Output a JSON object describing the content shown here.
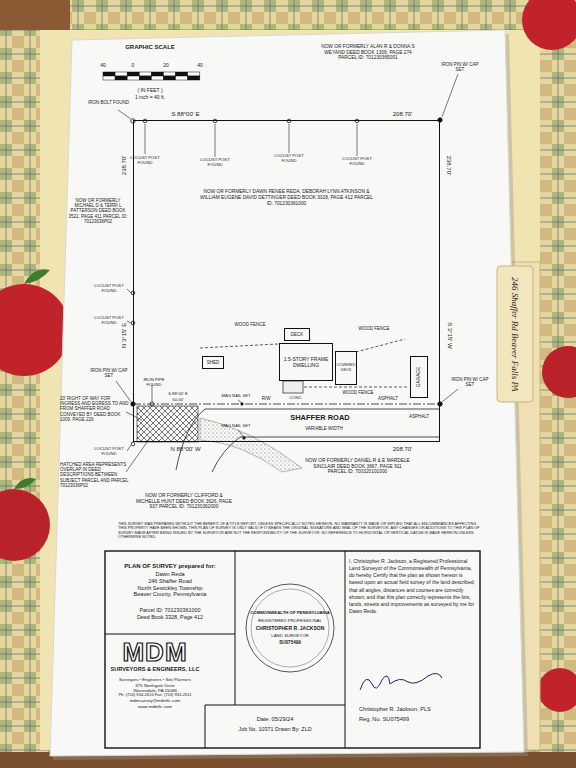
{
  "diagram": {
    "nodes": [
      {
        "text": [
          "NOW OR FORMERLY DAWN RENEE REDA, DEBORAH LYNN ATKINSON & WILLIAM EUGENE DAVID DETTINGER DEED BOOK 3328, PAGE 412 PARCEL ID: 701230361000"
        ]
      },
      {
        "text": [
          "SHED"
        ],
        "in": 0
      },
      {
        "text": [
          "DECK"
        ],
        "in": 0
      },
      {
        "text": [
          "1.5-STORY FRAME DWELLING"
        ],
        "in": 0
      },
      {
        "text": [
          "COVERED DECK"
        ],
        "in": 0
      },
      {
        "text": [
          "GARAGE"
        ],
        "in": 0
      },
      {
        "text": [
          "PLAN OF SURVEY prepared for:",
          "Dawn Reda",
          "246 Shaffer Road",
          "North Sewickley Township",
          "Beaver County, Pennsylvania",
          "Parcel ID: 701230361000",
          "Deed Book 3328, Page 412"
        ]
      },
      {
        "text": [
          "MDM",
          "SURVEYORS & ENGINEERS, LLC",
          "Surveyors • Engineers • Site Planners",
          "375 Northgate Drive",
          "Warrendale, PA 15086",
          "Ph: (724) 934-2610 Fax: (724) 934-2611",
          "mdmsurvey@mdmllc.com",
          "www.mdmllc.com"
        ]
      },
      {
        "text": [
          "COMMONWEALTH OF PENNSYLVANIA",
          "REGISTERED PROFESSIONAL",
          "CHRISTOPHER R. JACKSON",
          "LAND SURVEYOR",
          "SU075499"
        ]
      },
      {
        "text": [
          "Date: 05/29/24",
          "Job No. 10371 Drawn By: ZLD"
        ]
      },
      {
        "text": [
          "I, Christopher R. Jackson, a Registered Professional Land Surveyor of the Commonwealth of Pennsylvania, do hereby Certify that the plan as shown hereon is based upon an actual field survey of the land described; that all angles, distances and courses are correctly shown; and that this plan correctly represents the lots, lands, streets and improvements as surveyed by me for Dawn Reda.",
          "Christopher R. Jackson, PLS",
          "Reg. No. SU075499"
        ]
      }
    ],
    "labels": [
      "GRAPHIC SCALE",
      "40",
      "0",
      "20",
      "40",
      "( IN FEET )",
      "1 inch = 40 ft.",
      "NOW OR FORMERLY ALAN R & DONNA S WEYAND DEED BOOK 1309, PAGE 274 PARCEL ID: 701230365001",
      "IRON PIN W/ CAP SET",
      "IRON BOLT FOUND",
      "S 88°00' E",
      "208.70'",
      "LOCUST POST FOUND",
      "LOCUST POST FOUND",
      "LOCUST POST FOUND",
      "LOCUST POST FOUND",
      "238.70'",
      "238.70'",
      "NOW OR FORMERLY MICHAEL D & TERRI L PATTERSON DEED BOOK 3522, PAGE 411 PARCEL ID: 70123036P02",
      "LOCUST POST FOUND",
      "LOCUST POST FOUND",
      "N 3°15' E",
      "S 3°15' W",
      "WOOD FENCE",
      "WOOD FENCE",
      "WOOD FENCE",
      "IRON PIN W/ CAP SET",
      "IRON PIPE FOUND",
      "S 88°00' E",
      "50.00'",
      "MAG NAIL SET",
      "MAG NAIL SET",
      "R/W",
      "CONC.",
      "ASPHALT",
      "SHAFFER ROAD",
      "VARIABLE WIDTH",
      "IRON PIN W/ CAP SET",
      "ASPHALT",
      "20' RIGHT OF WAY FOR INGRESS AND EGRESS TO AND FROM SHAFFER ROAD CONVEYED BY DEED BOOK 1009, PAGE 226",
      "LOCUST POST FOUND",
      "HATCHED AREA REPRESENTS OVERLAP IN DEED DESCRIPTIONS BETWEEN SUBJECT PARCEL AND PARCEL 70123036P02",
      "N 88°00' W",
      "208.70'",
      "NOW OR FORMERLY DANIEL R & E MARDELE SINCLAIR DEED BOOK 3667, PAGE 911 PARCEL ID: 700320101000",
      "NOW OR FORMERLY CLIFFORD & MICHELLE HUNT DEED BOOK 3626, PAGE 937 PARCEL ID: 701230362000",
      "THIS SURVEY WAS PREPARED WITHOUT THE BENEFIT OF A TITLE REPORT. UNLESS SPECIFICALLY NOTED HEREON, NO WARRANTY IS MADE OR IMPLIED THAT ALL ENCUMBRANCES AFFECTING THIS PROPERTY HAVE BEEN SHOWN. THIS PLAN OF SURVEY IS ONLY VALID IF IT BEARS THE ORIGINAL SIGNATURE AND SEAL OF THE SURVEYOR. ANY CHANGES OR ADDITIONS TO THIS PLAN OF SURVEY MADE AFTER BEING ISSUED BY THE SURVEYOR ARE NOT THE RESPONSIBILITY OF THE SURVEYOR. NO REFERENCE TO HORIZONTAL OR VERTICAL DATUM IS MADE HEREON UNLESS OTHERWISE NOTED.",
      "246 Shaffer Rd Beaver Falls PA"
    ]
  }
}
